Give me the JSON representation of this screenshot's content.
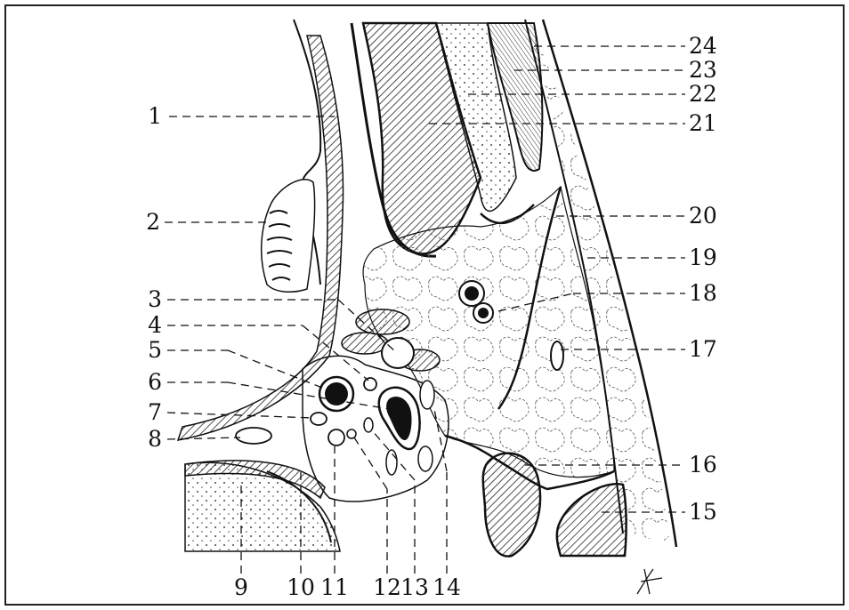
{
  "diagram": {
    "kind": "anatomical-cross-section",
    "labels_left": [
      "1",
      "2",
      "3",
      "4",
      "5",
      "6",
      "7",
      "8"
    ],
    "labels_right": [
      "24",
      "23",
      "22",
      "21",
      "20",
      "19",
      "18",
      "17",
      "16",
      "15"
    ],
    "labels_bottom": [
      "9",
      "10",
      "11",
      "12",
      "13",
      "14"
    ]
  }
}
